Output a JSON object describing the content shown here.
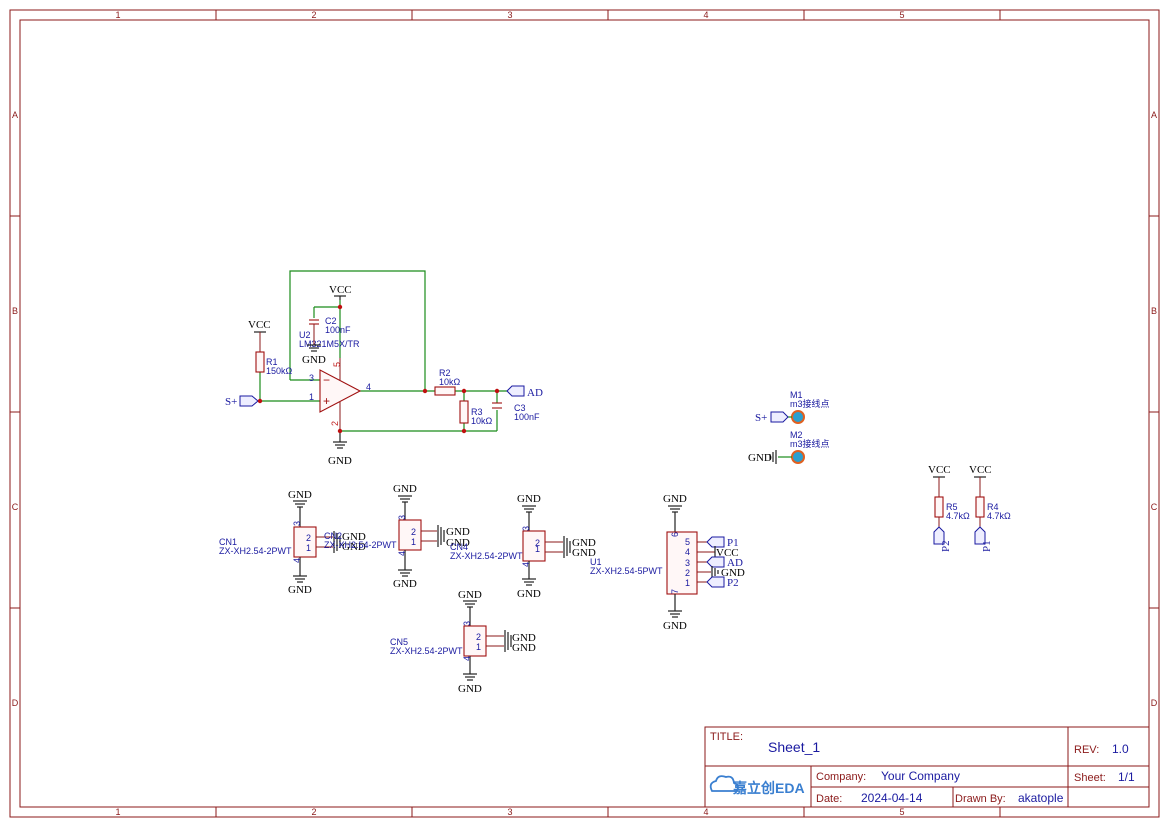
{
  "frame": {
    "columns": [
      "1",
      "2",
      "3",
      "4",
      "5"
    ],
    "rows": [
      "A",
      "B",
      "C",
      "D"
    ]
  },
  "title_block": {
    "title_key": "TITLE:",
    "title": "Sheet_1",
    "rev_key": "REV:",
    "rev": "1.0",
    "company_key": "Company:",
    "company": "Your Company",
    "sheet_key": "Sheet:",
    "sheet": "1/1",
    "date_key": "Date:",
    "date": "2024-04-14",
    "drawn_key": "Drawn By:",
    "drawn": "akatople",
    "logo": "嘉立创EDA"
  },
  "nets": {
    "vcc": "VCC",
    "gnd": "GND",
    "s_plus": "S+",
    "ad": "AD",
    "p1": "P1",
    "p2": "P2"
  },
  "components": {
    "u2": {
      "ref": "U2",
      "value": "LM321M5X/TR",
      "pins": [
        "3",
        "1",
        "4",
        "5",
        "2"
      ]
    },
    "r1": {
      "ref": "R1",
      "value": "150kΩ"
    },
    "r2": {
      "ref": "R2",
      "value": "10kΩ"
    },
    "r3": {
      "ref": "R3",
      "value": "10kΩ"
    },
    "r4": {
      "ref": "R4",
      "value": "4.7kΩ"
    },
    "r5": {
      "ref": "R5",
      "value": "4.7kΩ"
    },
    "c2": {
      "ref": "C2",
      "value": "100nF"
    },
    "c3": {
      "ref": "C3",
      "value": "100nF"
    },
    "m1": {
      "ref": "M1",
      "value": "m3接线点"
    },
    "m2": {
      "ref": "M2",
      "value": "m3接线点"
    },
    "cn1": {
      "ref": "CN1",
      "value": "ZX-XH2.54-2PWT"
    },
    "cn2": {
      "ref": "CN2",
      "value": "ZX-XH2.54-2PWT"
    },
    "cn4": {
      "ref": "CN4",
      "value": "ZX-XH2.54-2PWT"
    },
    "cn5": {
      "ref": "CN5",
      "value": "ZX-XH2.54-2PWT"
    },
    "u1": {
      "ref": "U1",
      "value": "ZX-XH2.54-5PWT",
      "pins": [
        "6",
        "5",
        "4",
        "3",
        "2",
        "1",
        "7"
      ]
    }
  },
  "opamp_symbols": {
    "minus": "−",
    "plus": "+"
  },
  "two_pin_numbers": [
    "3",
    "2",
    "1",
    "4"
  ]
}
